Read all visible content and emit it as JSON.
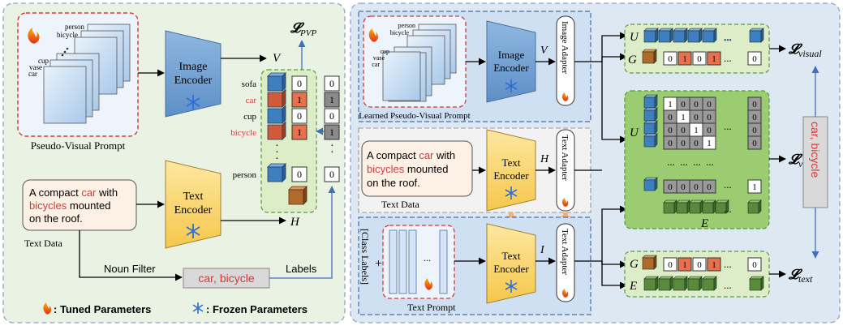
{
  "left": {
    "pseudo_visual_prompt_label": "Pseudo-Visual Prompt",
    "stack_labels": [
      "person",
      "bicycle",
      "...",
      "cup",
      "vase",
      "car"
    ],
    "image_encoder": [
      "Image",
      "Encoder"
    ],
    "text_encoder": [
      "Text",
      "Encoder"
    ],
    "loss_pvp": "PVP",
    "V": "V",
    "H": "H",
    "classes": [
      {
        "name": "sofa",
        "v": "0",
        "t": "0",
        "highlight": false
      },
      {
        "name": "car",
        "v": "1",
        "t": "1",
        "highlight": true
      },
      {
        "name": "cup",
        "v": "0",
        "t": "0",
        "highlight": false
      },
      {
        "name": "bicycle",
        "v": "1",
        "t": "1",
        "highlight": true
      }
    ],
    "person_label": "person",
    "person_v": "0",
    "person_t": "0",
    "text_data_box": {
      "line1a": "A compact ",
      "line1b": "car",
      "line1c": " with",
      "line2a": "bicycles",
      "line2b": " mounted",
      "line3": "on the roof."
    },
    "text_data_label": "Text Data",
    "noun_filter": "Noun Filter",
    "labels_box": "car, bicycle",
    "labels_label": "Labels",
    "legend_tuned": ": Tuned Parameters",
    "legend_frozen": ": Frozen Parameters"
  },
  "right": {
    "learned_prompt_label": "Learned Pseudo-Visual Prompt",
    "image_encoder": [
      "Image",
      "Encoder"
    ],
    "image_adapter": "Image Adapter",
    "text_encoder": [
      "Text",
      "Encoder"
    ],
    "text_adapter": "Text Adapter",
    "V": "V",
    "H": "H",
    "I": "I",
    "U": "U",
    "G": "G",
    "E": "E",
    "text_data_label": "Text Data",
    "text_prompt_label": "Text Prompt",
    "class_labels": "[Class Labels]",
    "plus": "+",
    "dots": "...",
    "g_row": [
      "0",
      "1",
      "0",
      "1",
      "0"
    ],
    "vtc_matrix": [
      [
        "1",
        "0",
        "0",
        "0",
        "0"
      ],
      [
        "0",
        "1",
        "0",
        "0",
        "0"
      ],
      [
        "0",
        "0",
        "1",
        "0",
        "0"
      ],
      [
        "0",
        "0",
        "0",
        "1",
        "0"
      ],
      [
        "0",
        "0",
        "0",
        "0",
        "1"
      ]
    ],
    "loss_visual": "visual",
    "loss_vtc": "vtc",
    "loss_text": "text",
    "side_label": "car, bicycle"
  },
  "colors": {
    "left_bg": "#eaf3e3",
    "right_bg": "#dde8f3",
    "encoder_blue": "#6d9fd4",
    "encoder_yellow": "#fbd66b",
    "cube_blue": "#3f7fbf",
    "cube_green": "#5a8a3c",
    "cube_brown": "#b06a2c",
    "highlight_red": "#e0553b",
    "green_panel": "#9ccc72"
  }
}
